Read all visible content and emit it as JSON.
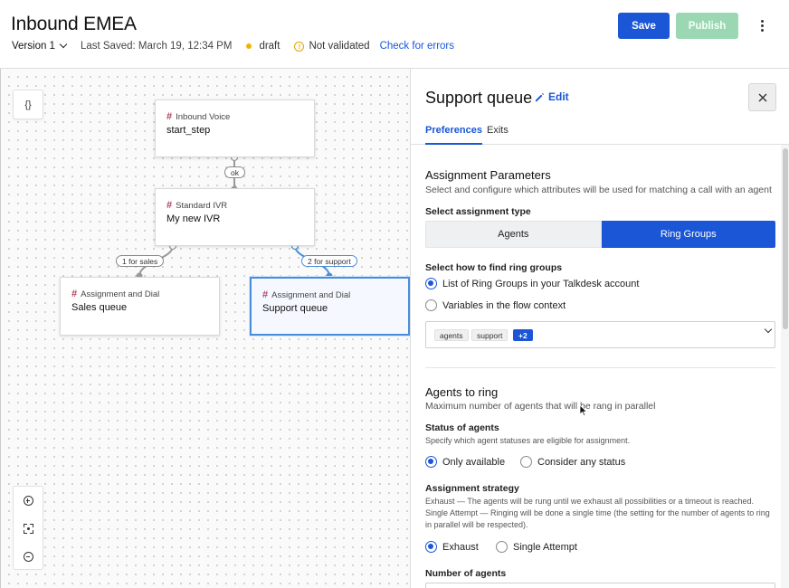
{
  "header": {
    "title": "Inbound EMEA",
    "version_label": "Version 1",
    "last_saved": "Last Saved: March 19, 12:34 PM",
    "status": "draft",
    "validation": "Not validated",
    "check_errors": "Check for errors",
    "save_label": "Save",
    "publish_label": "Publish"
  },
  "canvas": {
    "variables_button": "{}",
    "nodes": [
      {
        "type": "Inbound Voice",
        "name": "start_step"
      },
      {
        "type": "Standard IVR",
        "name": "My new IVR"
      },
      {
        "type": "Assignment and Dial",
        "name": "Sales queue"
      },
      {
        "type": "Assignment and Dial",
        "name": "Support queue"
      }
    ],
    "edges": [
      "ok",
      "1 for sales",
      "2 for support"
    ]
  },
  "panel": {
    "title": "Support queue",
    "edit_label": "Edit",
    "tabs": [
      "Preferences",
      "Exits"
    ],
    "assignment": {
      "title": "Assignment Parameters",
      "subtitle": "Select and configure which attributes will be used for matching a call with an agent",
      "type_label": "Select assignment type",
      "type_options": [
        "Agents",
        "Ring Groups"
      ],
      "selected_type": "Ring Groups",
      "find_label": "Select how to find ring groups",
      "find_options": [
        "List of Ring Groups in your Talkdesk account",
        "Variables in the flow context"
      ],
      "chips": [
        "agents",
        "support",
        "+2"
      ]
    },
    "agents": {
      "title": "Agents to ring",
      "subtitle": "Maximum number of agents that will be rang in parallel",
      "status_label": "Status of agents",
      "status_help": "Specify which agent statuses are eligible for assignment.",
      "status_options": [
        "Only available",
        "Consider any status"
      ],
      "strategy_label": "Assignment strategy",
      "strategy_help_1": "Exhaust — The agents will be rung until we exhaust all possibilities or a timeout is reached.",
      "strategy_help_2a": "Single Attempt — Ringing will be done a single time (the setting for the number of agents to ring",
      "strategy_help_2b": "in parallel will be respected).",
      "strategy_options": [
        "Exhaust",
        "Single Attempt"
      ],
      "number_label": "Number of agents"
    }
  },
  "colors": {
    "accent": "#1a56d6",
    "publish": "#9bd7b3",
    "draft_dot": "#f0b400",
    "node_hash": "#b3405a",
    "selected_border": "#4a8edb"
  }
}
